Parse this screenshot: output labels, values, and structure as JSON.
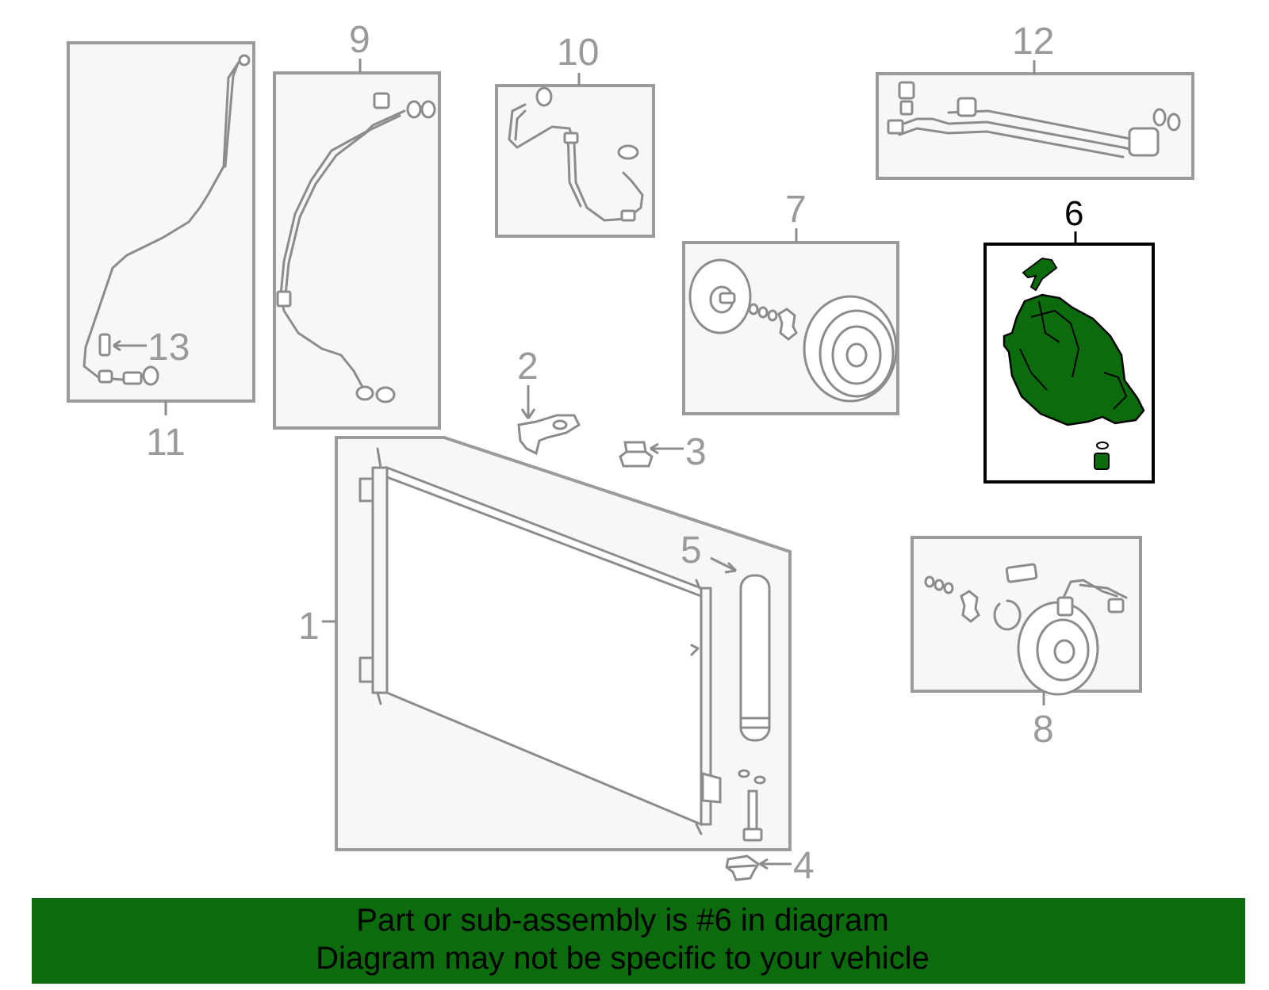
{
  "diagram": {
    "highlight_color": "#0c6b0c",
    "highlighted_part": "6",
    "callouts": {
      "c1": "1",
      "c2": "2",
      "c3": "3",
      "c4": "4",
      "c5": "5",
      "c6": "6",
      "c7": "7",
      "c8": "8",
      "c9": "9",
      "c10": "10",
      "c11": "11",
      "c12": "12",
      "c13": "13"
    }
  },
  "footer": {
    "line1": "Part or sub-assembly is #6 in diagram",
    "line2": "Diagram may not be specific to your vehicle"
  }
}
